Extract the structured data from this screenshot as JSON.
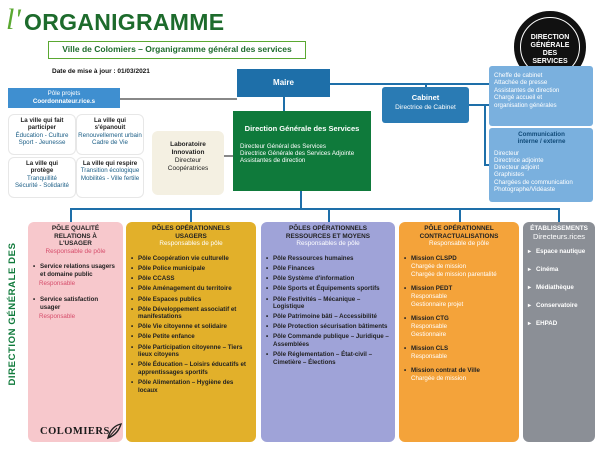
{
  "header": {
    "brand_letter": "l'",
    "title": "ORGANIGRAMME",
    "subtitle": "Ville de Colomiers – Organigramme général des services",
    "update_date": "Date de mise à jour : 01/03/2021",
    "badge": [
      "DIRECTION",
      "GÉNÉRALE DES",
      "SERVICES"
    ]
  },
  "maire": "Maire",
  "cabinet": {
    "title": "Cabinet",
    "sub": "Directrice de Cabinet"
  },
  "cabinet_list": [
    "Cheffe de cabinet",
    "Attachée de presse",
    "Assistantes de direction",
    "Chargé accueil et",
    "organisation générales"
  ],
  "communication": {
    "title": [
      "Communication",
      "interne / externe"
    ],
    "items": [
      "Directeur",
      "Directrice adjointe",
      "Directeur adjoint",
      "Graphistes",
      "Chargées de communication",
      "Photographe/Vidéaste"
    ]
  },
  "dgs": {
    "title": "Direction Générale des Services",
    "items": [
      "Directeur Général des Services",
      "Directrice Générale des Services Adjointe",
      "Assistantes de direction"
    ]
  },
  "labo": {
    "title": [
      "Laboratoire",
      "Innovation"
    ],
    "items": [
      "Directeur",
      "Coopératrices"
    ]
  },
  "pole_projets": {
    "title": "Pôle projets",
    "sub": "Coordonnateur.rice.s"
  },
  "ville": [
    {
      "title": [
        "La ville qui fait",
        "participer"
      ],
      "sub": [
        "Éducation - Culture",
        "Sport - Jeunesse"
      ]
    },
    {
      "title": [
        "La ville qui",
        "s'épanouit"
      ],
      "sub": [
        "Renouvellement urbain",
        "Cadre de Vie"
      ]
    },
    {
      "title": [
        "La ville qui",
        "protège"
      ],
      "sub": [
        "Tranquillité",
        "Sécurité - Solidarité"
      ]
    },
    {
      "title": [
        "La ville qui respire"
      ],
      "sub": [
        "Transition écologique",
        "Mobilités - Ville fertile"
      ]
    }
  ],
  "side_banner": "DIRECTION GÉNÉRALE DES SERVICES",
  "poles": {
    "usager": {
      "head": [
        "PÔLE QUALITÉ",
        "RELATIONS À",
        "L'USAGER"
      ],
      "sub": "Responsable de pôle",
      "items": [
        {
          "label": "Service relations usagers et domaine public",
          "resp": "Responsable"
        },
        {
          "label": "Service satisfaction usager",
          "resp": "Responsable"
        }
      ]
    },
    "usagers": {
      "head": [
        "PÔLES OPÉRATIONNELS",
        "USAGERS"
      ],
      "sub": "Responsables de pôle",
      "items": [
        "Pôle Coopération vie culturelle",
        "Pôle Police municipale",
        "Pôle CCASS",
        "Pôle Aménagement du territoire",
        "Pôle Espaces publics",
        "Pôle Développement associatif et manifestations",
        "Pôle Vie citoyenne et solidaire",
        "Pôle Petite enfance",
        "Pôle Participation citoyenne – Tiers lieux citoyens",
        "Pôle Éducation – Loisirs éducatifs et apprentissages sportifs",
        "Pôle Alimentation – Hygiène des locaux"
      ]
    },
    "ressources": {
      "head": [
        "PÔLES OPÉRATIONNELS",
        "RESSOURCES ET MOYENS"
      ],
      "sub": "Responsables de pôle",
      "items": [
        "Pôle Ressources humaines",
        "Pôle Finances",
        "Pôle Système d'information",
        "Pôle Sports et Équipements sportifs",
        "Pôle Festivités – Mécanique – Logistique",
        "Pôle Patrimoine bâti – Accessibilité",
        "Pôle Protection sécurisation bâtiments",
        "Pôle Commande publique – Juridique – Assemblées",
        "Pôle Réglementation – État-civil – Cimetière – Élections"
      ]
    },
    "contract": {
      "head": [
        "PÔLE OPÉRATIONNEL",
        "CONTRACTUALISATIONS"
      ],
      "sub": "Responsable de pôle",
      "items": [
        {
          "label": "Mission CLSPD",
          "resp": [
            "Chargée de mission",
            "Chargée de mission parentalité"
          ]
        },
        {
          "label": "Mission PEDT",
          "resp": [
            "Responsable",
            "Gestionnaire projet"
          ]
        },
        {
          "label": "Mission CTG",
          "resp": [
            "Responsable",
            "Gestionnaire"
          ]
        },
        {
          "label": "Mission CLS",
          "resp": [
            "Responsable"
          ]
        },
        {
          "label": "Mission contrat de Ville",
          "resp": [
            "Chargée de mission"
          ]
        }
      ]
    },
    "etab": {
      "head": [
        "ÉTABLISSEMENTS"
      ],
      "sub": "Directeurs.rices",
      "items": [
        "Espace nautique",
        "Cinéma",
        "Médiathèque",
        "Conservatoire",
        "EHPAD"
      ]
    }
  },
  "logo": "COLOMIERS",
  "colors": {
    "green": "#0f7a3b",
    "blue": "#1e6fa9",
    "pink": "#f7c8cc",
    "gold": "#e2b02a",
    "lavender": "#9fa3d8",
    "orange": "#f4a33a",
    "grey": "#8b8f96"
  }
}
